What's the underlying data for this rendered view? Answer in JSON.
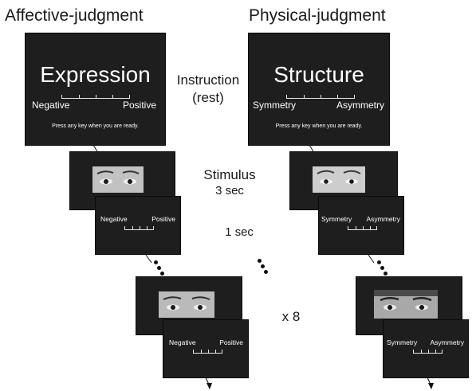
{
  "headings": {
    "left": "Affective-judgment",
    "right": "Physical-judgment"
  },
  "middle_labels": {
    "instruction_line1": "Instruction",
    "instruction_line2": "(rest)",
    "stimulus": "Stimulus",
    "stimulus_duration": "3 sec",
    "rating_duration": "1 sec",
    "repeat": "x 8"
  },
  "affective": {
    "instruction_title": "Expression",
    "scale_left": "Negative",
    "scale_right": "Positive",
    "note": "Press any key when you are ready."
  },
  "physical": {
    "instruction_title": "Structure",
    "scale_left": "Symmetry",
    "scale_right": "Asymmetry",
    "note": "Press any key when you are ready."
  },
  "colors": {
    "screen_bg": "#1e1e1e",
    "screen_text": "#ffffff",
    "face_tone": "#bdbdbd"
  }
}
